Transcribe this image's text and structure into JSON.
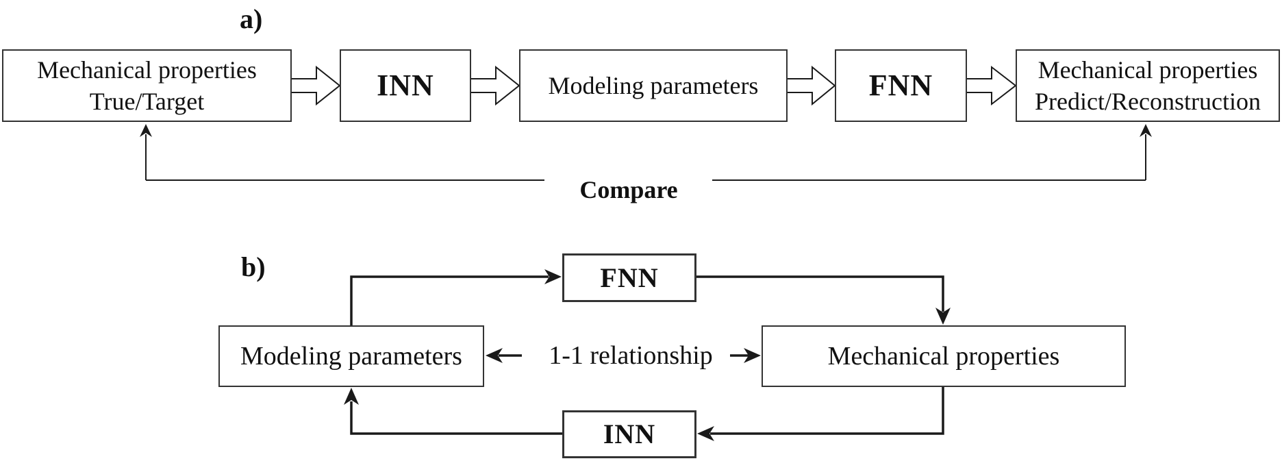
{
  "figure": {
    "background": "#ffffff",
    "colors": {
      "line": "#1a1a1a",
      "box_border": "#333333",
      "text": "#111111"
    },
    "panel_a": {
      "label": "a)",
      "boxes": {
        "mech_true": {
          "line1": "Mechanical properties",
          "line2": "True/Target"
        },
        "inn": {
          "label": "INN"
        },
        "modeling": {
          "label": "Modeling parameters"
        },
        "fnn": {
          "label": "FNN"
        },
        "mech_predict": {
          "line1": "Mechanical properties",
          "line2": "Predict/Reconstruction"
        }
      },
      "compare_label": "Compare"
    },
    "panel_b": {
      "label": "b)",
      "boxes": {
        "fnn": {
          "label": "FNN"
        },
        "modeling": {
          "label": "Modeling parameters"
        },
        "mechanical": {
          "label": "Mechanical properties"
        },
        "inn": {
          "label": "INN"
        }
      },
      "relationship_label": "1-1 relationship"
    }
  }
}
